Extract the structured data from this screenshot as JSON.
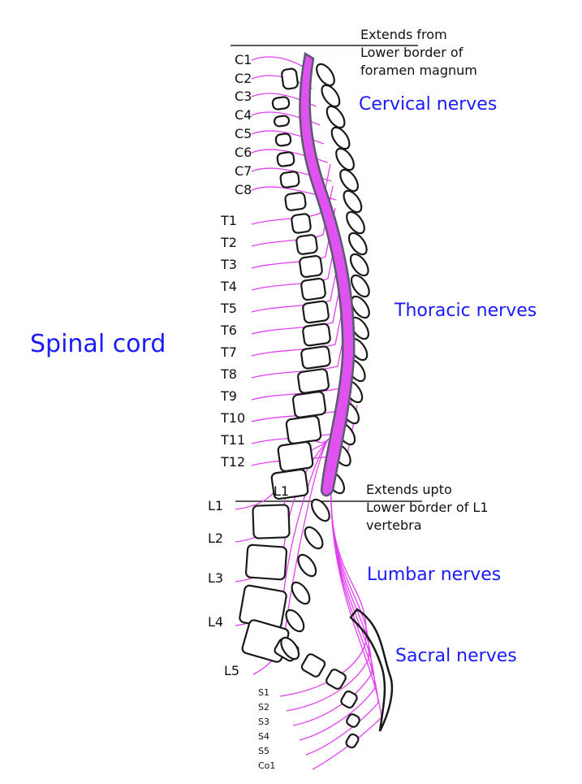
{
  "title": "Spinal cord",
  "colors": {
    "label_blue": "#1a1aff",
    "cord_fill": "#e052f0",
    "cord_outline": "#5a5a6e",
    "nerve": "#e040f0",
    "bone_outline": "#1a1a1a"
  },
  "regions": {
    "cervical": "Cervical nerves",
    "thoracic": "Thoracic nerves",
    "lumbar": "Lumbar nerves",
    "sacral": "Sacral nerves"
  },
  "annotations": {
    "top": [
      "Extends from",
      "Lower border of",
      "foramen magnum"
    ],
    "bottom": [
      "Extends upto",
      "Lower border of L1",
      "vertebra"
    ]
  },
  "vertebra_label": "L1",
  "cervical_nerves": [
    "C1",
    "C2",
    "C3",
    "C4",
    "C5",
    "C6",
    "C7",
    "C8"
  ],
  "thoracic_nerves": [
    "T1",
    "T2",
    "T3",
    "T4",
    "T5",
    "T6",
    "T7",
    "T8",
    "T9",
    "T10",
    "T11",
    "T12"
  ],
  "lumbar_nerves": [
    "L1",
    "L2",
    "L3",
    "L4",
    "L5"
  ],
  "sacral_nerves": [
    "S1",
    "S2",
    "S3",
    "S4",
    "S5",
    "Co1"
  ]
}
